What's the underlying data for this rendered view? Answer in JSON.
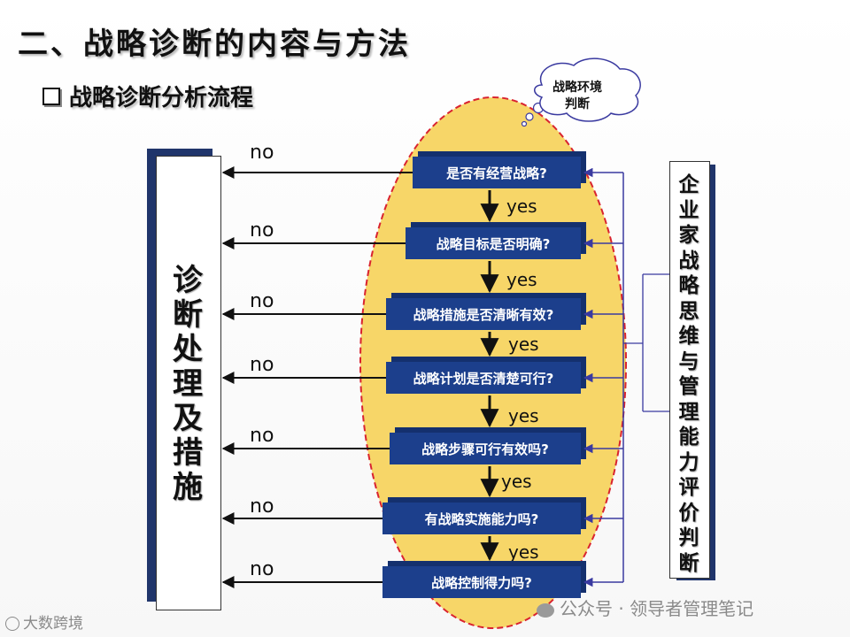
{
  "title": "二、战略诊断的内容与方法",
  "subtitle": "战略诊断分析流程",
  "cloud_label": [
    "战略环境",
    "判断"
  ],
  "left_box_label": "诊断处理及措施",
  "right_box_label": "企业家战略思维与管理能力评价判断",
  "steps": [
    "是否有经营战略?",
    "战略目标是否明确?",
    "战略措施是否清晰有效?",
    "战略计划是否清楚可行?",
    "战略步骤可行有效吗?",
    "有战略实施能力吗?",
    "战略控制得力吗?"
  ],
  "no_label": "no",
  "yes_label": "yes",
  "watermark_left": "大数跨境",
  "watermark_right": "公众号 · 领导者管理笔记",
  "colors": {
    "step_fill": "#1c3f8c",
    "ellipse_fill": "#f7d668",
    "ellipse_border": "#d9232f",
    "arrow_blue": "#3a3aa0"
  }
}
